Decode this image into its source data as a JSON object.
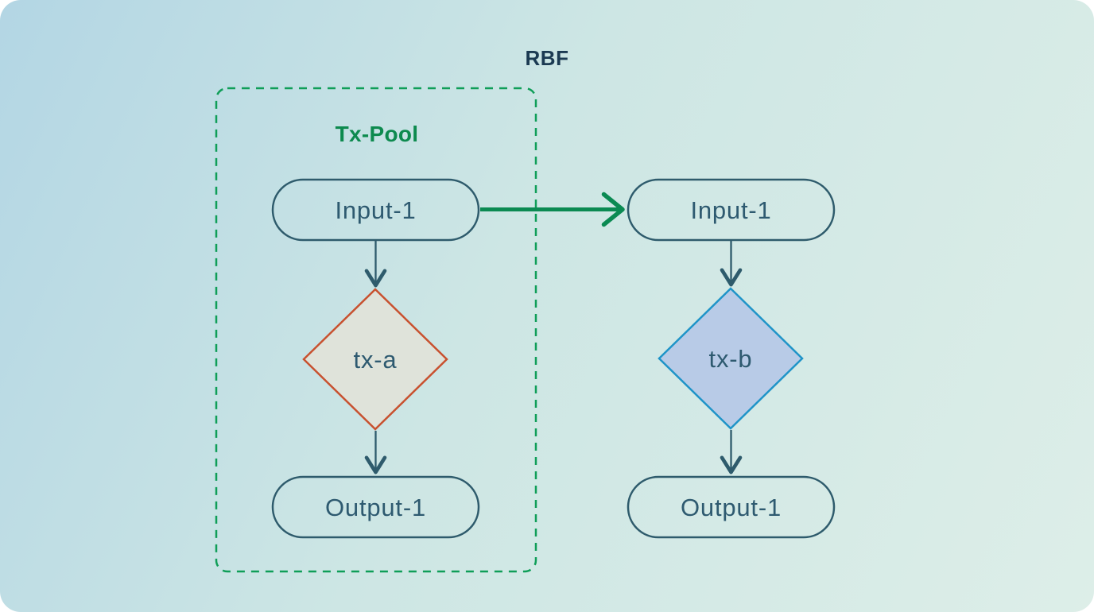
{
  "diagram": {
    "title": "RBF",
    "pool": {
      "label": "Tx-Pool",
      "label_color": "#0d8a4e",
      "border_color": "#0f9e58"
    },
    "colors": {
      "background_from": "#b3d6e4",
      "background_mid": "#cde6e4",
      "background_to": "#ddeee8",
      "title_color": "#1b3a52",
      "node_stroke": "#2e5b6c",
      "node_text": "#2e5a70",
      "flow_arrow": "#2e5b6c",
      "rbf_arrow": "#0b8a52"
    },
    "nodes": {
      "pool_input": {
        "label": "Input-1"
      },
      "tx_a": {
        "label": "tx-a",
        "border_color": "#c8512f",
        "fill_color": "#dfe3da"
      },
      "pool_output": {
        "label": "Output-1"
      },
      "replacement_input": {
        "label": "Input-1"
      },
      "tx_b": {
        "label": "tx-b",
        "border_color": "#1f94c8",
        "fill_color": "#b8cbe7"
      },
      "replacement_output": {
        "label": "Output-1"
      }
    }
  }
}
